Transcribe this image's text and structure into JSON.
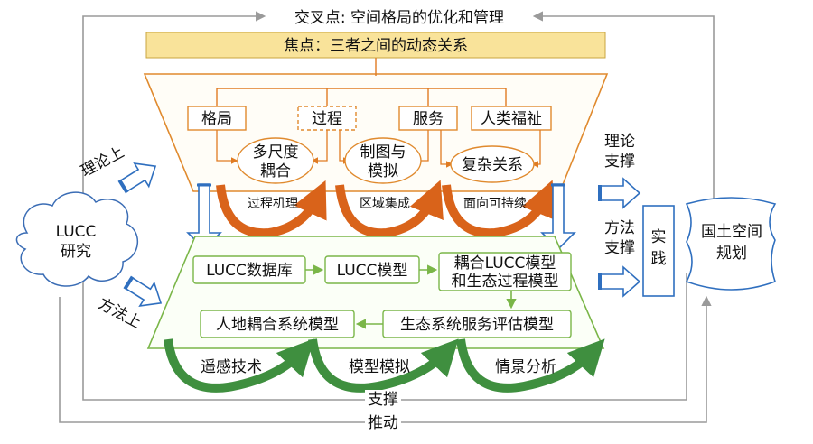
{
  "top_banner": "交叉点: 空间格局的优化和管理",
  "focus": "焦点：三者之间的动态关系",
  "theory": {
    "concepts": [
      "格局",
      "过程",
      "服务",
      "人类福祉"
    ],
    "themes": [
      {
        "line1": "多尺度",
        "line2": "耦合"
      },
      {
        "line1": "制图与",
        "line2": "模拟"
      },
      {
        "line1": "复杂关系",
        "line2": ""
      }
    ],
    "mechanisms": [
      "过程机理",
      "区域集成",
      "面向可持续"
    ]
  },
  "method": {
    "models_row1": [
      "LUCC数据库",
      "LUCC模型",
      "耦合LUCC模型",
      "和生态过程模型"
    ],
    "models_row2": [
      "人地耦合系统模型",
      "生态系统服务评估模型"
    ],
    "techniques": [
      "遥感技术",
      "模型模拟",
      "情景分析"
    ]
  },
  "left": {
    "cloud_line1": "LUCC",
    "cloud_line2": "研究",
    "theory_label": "理论上",
    "method_label": "方法上"
  },
  "right": {
    "theory_support_1": "理论",
    "theory_support_2": "支撑",
    "method_support_1": "方法",
    "method_support_2": "支撑",
    "practice_1": "实",
    "practice_2": "践",
    "planning_1": "国土空间",
    "planning_2": "规划"
  },
  "bottom": {
    "support": "支撑",
    "drive": "推动"
  },
  "colors": {
    "orange": "#e08a2e",
    "orange_dark": "#d9631a",
    "green": "#6fae3b",
    "green_dark": "#3f8f3f",
    "blue": "#2f6fbf",
    "gray": "#9a9a9a",
    "banner": "#f9e39a"
  }
}
